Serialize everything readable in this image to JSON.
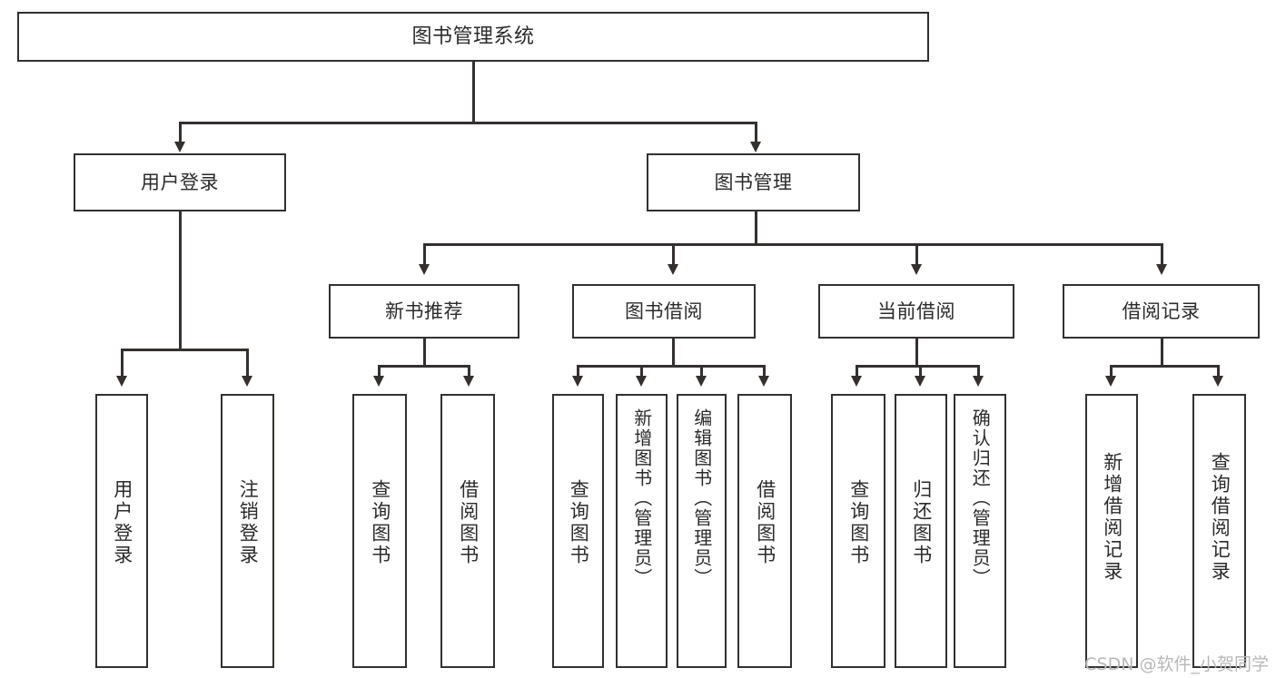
{
  "diagram": {
    "type": "tree-hierarchy-chart",
    "title": "图书管理系统",
    "root": {
      "label": "图书管理系统"
    },
    "level2": [
      {
        "label": "用户登录"
      },
      {
        "label": "图书管理"
      }
    ],
    "level3": [
      {
        "label": "新书推荐"
      },
      {
        "label": "图书借阅"
      },
      {
        "label": "当前借阅"
      },
      {
        "label": "借阅记录"
      }
    ],
    "leaves": {
      "user_login": [
        {
          "label": "用户登录"
        },
        {
          "label": "注销登录"
        }
      ],
      "new_book_recommend": [
        {
          "label": "查询图书"
        },
        {
          "label": "借阅图书"
        }
      ],
      "book_borrow": [
        {
          "label": "查询图书"
        },
        {
          "label": "新增图书（管理员）"
        },
        {
          "label": "编辑图书（管理员）"
        },
        {
          "label": "借阅图书"
        }
      ],
      "current_borrow": [
        {
          "label": "查询图书"
        },
        {
          "label": "归还图书"
        },
        {
          "label": "确认归还（管理员）"
        }
      ],
      "borrow_records": [
        {
          "label": "新增借阅记录"
        },
        {
          "label": "查询借阅记录"
        }
      ]
    }
  },
  "watermark": {
    "text": "CSDN @软件_小贺同学"
  },
  "colors": {
    "stroke": "#33302f",
    "fill": "#ffffff",
    "text": "#2b2b2b",
    "watermark": "#b8b8b8"
  }
}
